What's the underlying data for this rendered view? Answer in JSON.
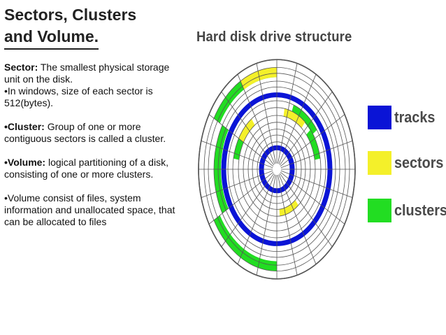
{
  "title": {
    "line1": "Sectors, Clusters",
    "line2": "and Volume."
  },
  "paragraphs": [
    {
      "term": "Sector:",
      "text": " The smallest physical storage unit on the disk."
    },
    {
      "term": "",
      "text": "•In windows, size of each sector is 512(bytes)."
    },
    {
      "term": "•Cluster:",
      "text": " Group of one or more contiguous sectors is called a cluster."
    },
    {
      "term": "•Volume:",
      "text": " logical partitioning of a disk, consisting of one or more clusters."
    },
    {
      "term": "",
      "text": "•Volume consist of files, system information and unallocated space, that can be allocated to files"
    }
  ],
  "diagram": {
    "title": "Hard disk drive structure",
    "legend": [
      {
        "label": "tracks",
        "color": "#0a14d6"
      },
      {
        "label": "sectors",
        "color": "#f4f02a"
      },
      {
        "label": "clusters",
        "color": "#22dd22"
      }
    ],
    "line_color": "#555555",
    "background_color": "#ffffff"
  }
}
